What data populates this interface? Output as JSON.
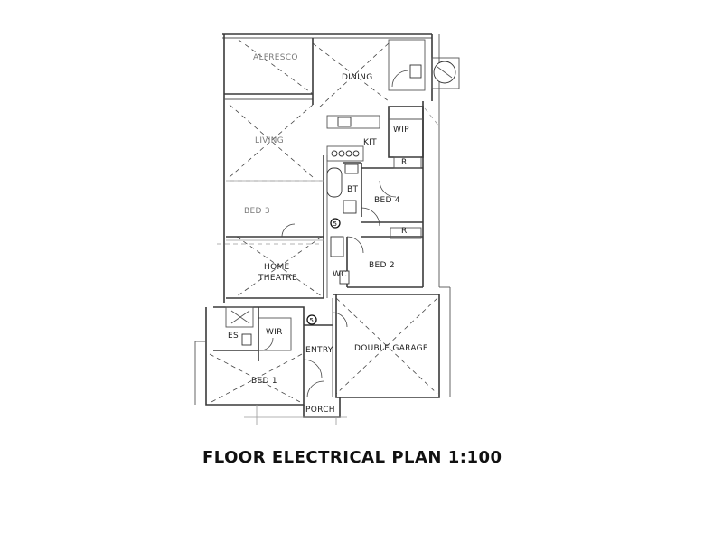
{
  "title": "FLOOR ELECTRICAL PLAN 1:100",
  "rooms": {
    "alfresco": "ALFRESCO",
    "dining": "DINING",
    "living": "LIVING",
    "kit": "KIT",
    "wip": "WIP",
    "bt": "BT",
    "bed4": "BED 4",
    "bed3": "BED 3",
    "home": "HOME",
    "theatre": "THEATRE",
    "bed2": "BED 2",
    "wir": "WIR",
    "es": "ES",
    "entry": "ENTRY",
    "garage": "DOUBLE GARAGE",
    "bed1": "BED 1",
    "porch": "PORCH",
    "r_upper": "R",
    "r_lower": "R",
    "wc": "WC"
  },
  "markers": {
    "circle_a": "5",
    "circle_b": "5"
  }
}
